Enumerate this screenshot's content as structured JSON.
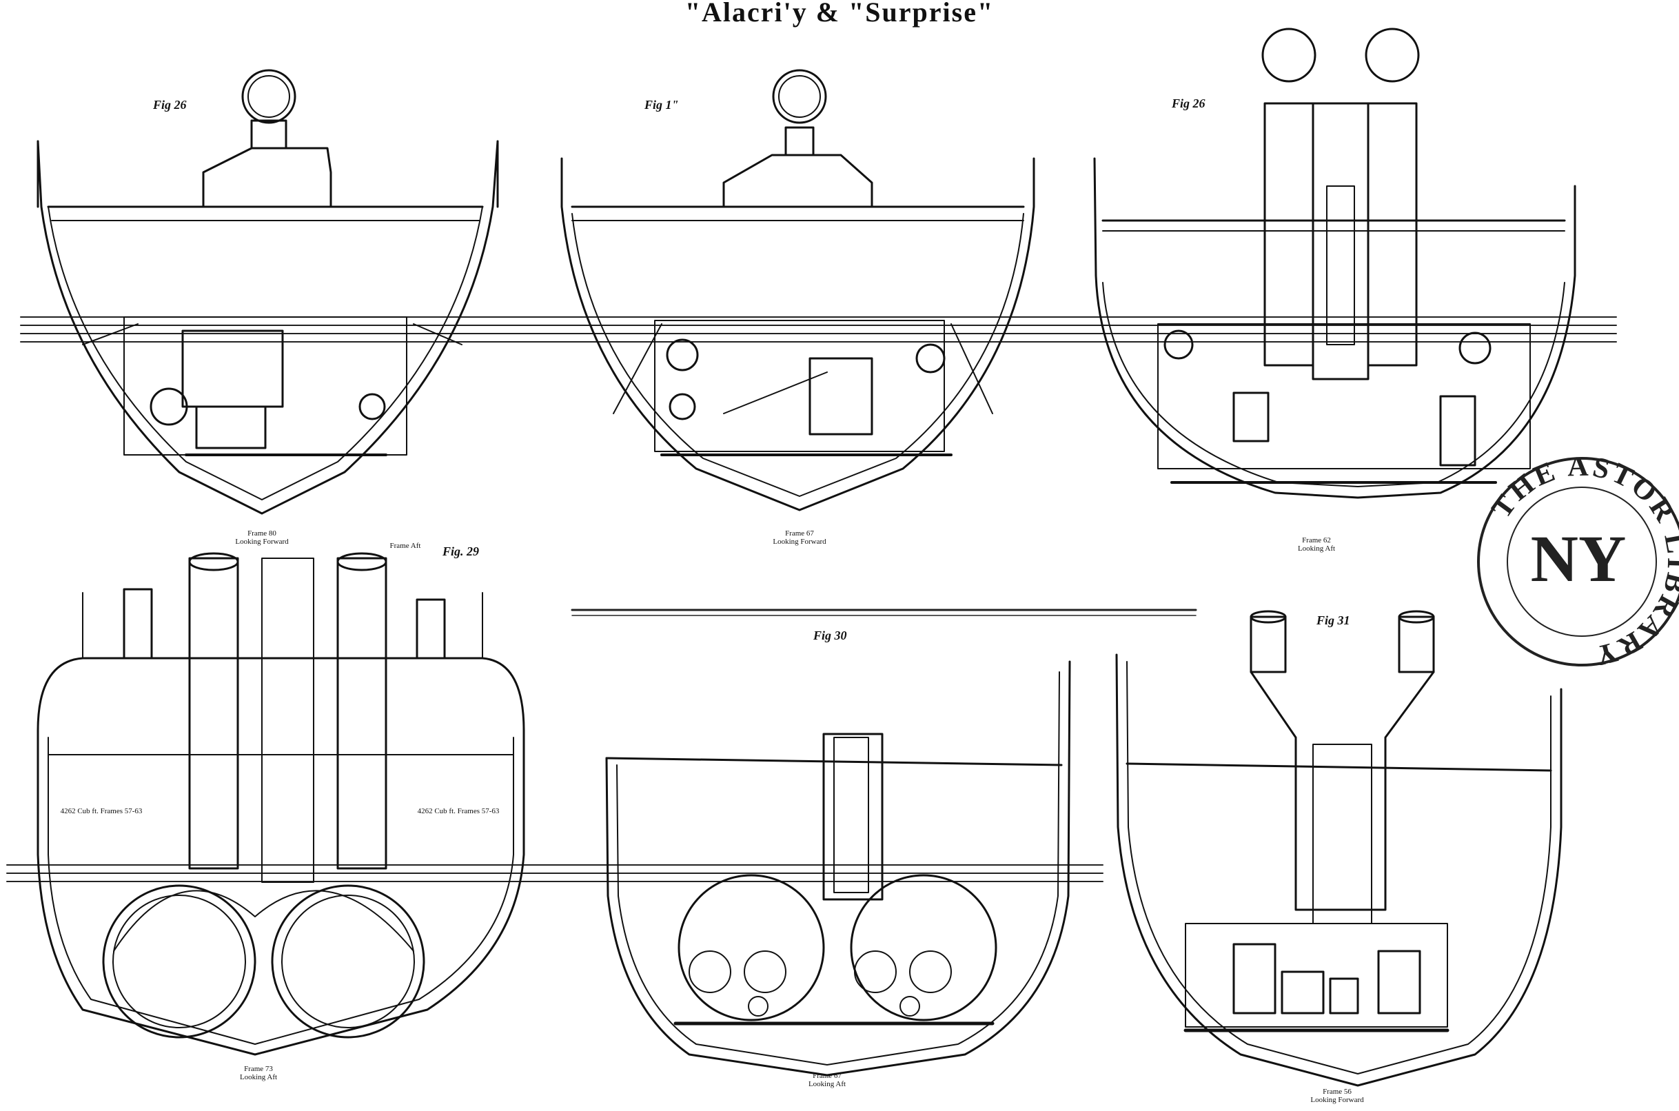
{
  "title": "\"Alacri'y & \"Surprise\"",
  "figures": [
    {
      "label": "Fig 26",
      "caption_line1": "Frame 80",
      "caption_line2": "Looking Forward"
    },
    {
      "label": "Fig 1\"",
      "caption_line1": "Frame 67",
      "caption_line2": "Looking Forward"
    },
    {
      "label": "Fig 26",
      "caption_line1": "Frame 62",
      "caption_line2": "Looking Aft"
    },
    {
      "label": "Fig. 29",
      "caption_line1": "Frame 73",
      "caption_line2": "Looking Aft"
    },
    {
      "label": "Fig 30",
      "caption_line1": "Frame 67",
      "caption_line2": "Looking Aft"
    },
    {
      "label": "Fig 31",
      "caption_line1": "Frame 56",
      "caption_line2": "Looking Forward"
    }
  ],
  "boiler_notes": {
    "left": "4262 Cub ft. Frames 57-63",
    "right": "4262 Cub ft. Frames 57-63",
    "top_label": "Frame Aft"
  },
  "stamp": {
    "ring_text": "THE ASTOR LIBRARY",
    "center_text": "NY"
  },
  "colors": {
    "ink": "#111111",
    "paper": "#ffffff",
    "hatch": "#333333"
  }
}
